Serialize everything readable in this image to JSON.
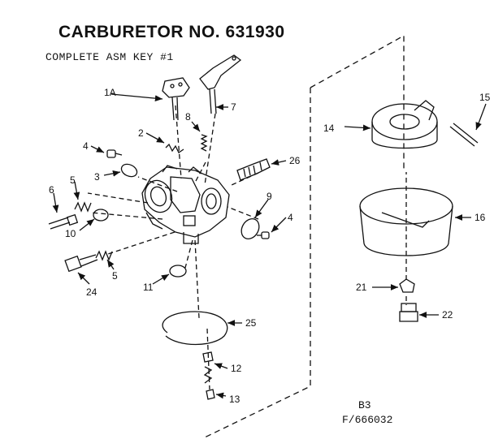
{
  "header": {
    "title": "CARBURETOR NO. 631930",
    "subtitle": "COMPLETE ASM KEY #1"
  },
  "footer": {
    "page_code": "B3",
    "figure_code": "F/666032"
  },
  "callouts": {
    "c1A": "1A",
    "c2": "2",
    "c3": "3",
    "c4a": "4",
    "c4b": "4",
    "c5a": "5",
    "c5b": "5",
    "c6": "6",
    "c7": "7",
    "c8": "8",
    "c9": "9",
    "c10": "10",
    "c11": "11",
    "c12": "12",
    "c13": "13",
    "c14": "14",
    "c15": "15",
    "c16": "16",
    "c21": "21",
    "c22": "22",
    "c24": "24",
    "c25": "25",
    "c26": "26"
  }
}
